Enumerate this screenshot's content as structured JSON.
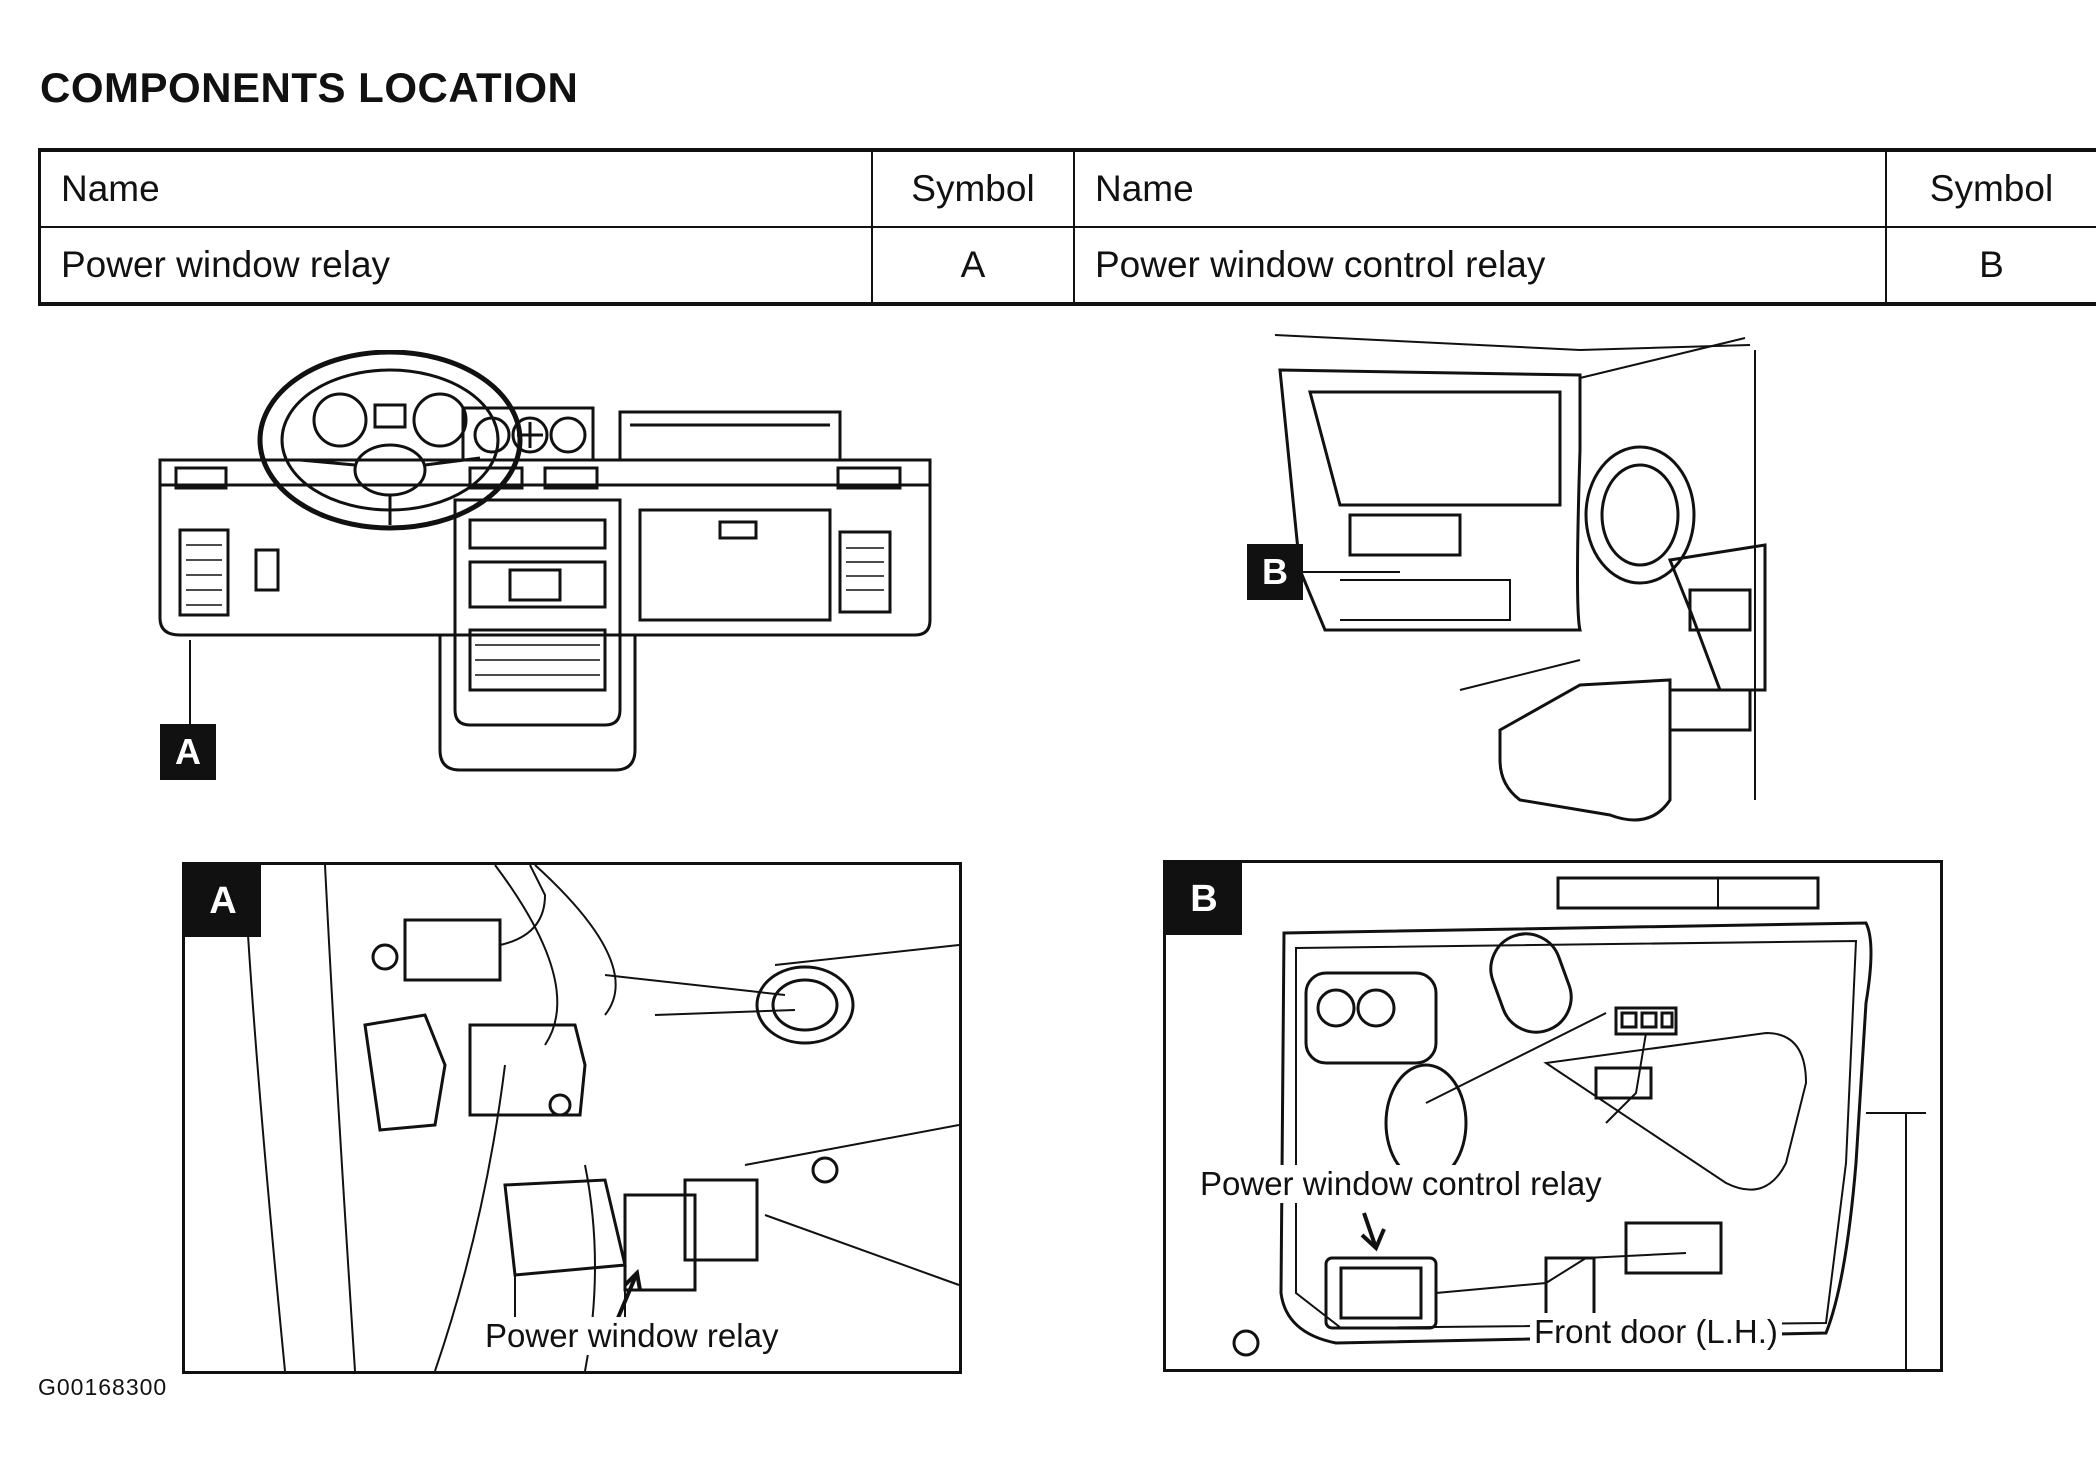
{
  "title": "COMPONENTS LOCATION",
  "table": {
    "headers": [
      "Name",
      "Symbol",
      "Name",
      "Symbol"
    ],
    "rows": [
      [
        "Power window relay",
        "A",
        "Power window control relay",
        "B"
      ]
    ]
  },
  "callouts": {
    "a": "A",
    "b": "B"
  },
  "insets": {
    "a": {
      "tag": "A",
      "label": "Power window relay"
    },
    "b": {
      "tag": "B",
      "label_relay": "Power window control relay",
      "label_door": "Front door (L.H.)"
    }
  },
  "figure_id": "G00168300"
}
